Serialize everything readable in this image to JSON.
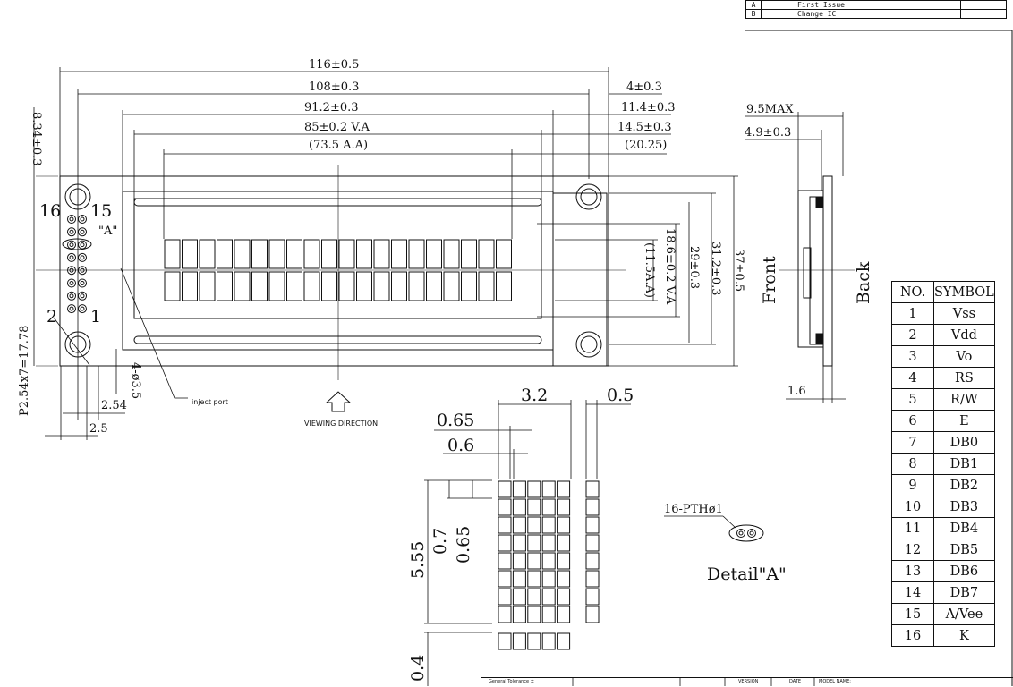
{
  "revisions": [
    {
      "mark": "A",
      "text": "First Issue"
    },
    {
      "mark": "B",
      "text": "Change IC"
    }
  ],
  "dimensions": {
    "overall_width": "116±0.5",
    "pcb_width": "108±0.3",
    "bezel_width": "91.2±0.3",
    "va_width": "85±0.2 V.A",
    "aa_width": "(73.5 A.A)",
    "right_4": "4±0.3",
    "right_11": "11.4±0.3",
    "right_14": "14.5±0.3",
    "right_20": "(20.25)",
    "top_834": "8.34±0.3",
    "pin_pitch": "P2.54x7=17.78",
    "hole_dia": "4-ø3.5",
    "d254": "2.54",
    "d25": "2.5",
    "h186": "18.6±0.2 V.A",
    "h115": "(11.5A.A)",
    "h29": "29±0.3",
    "h312": "31.2±0.3",
    "h37": "37±0.5",
    "side_95": "9.5MAX",
    "side_49": "4.9±0.3",
    "side_16": "1.6",
    "char_32": "3.2",
    "char_05": "0.5",
    "char_065": "0.65",
    "char_06": "0.6",
    "char_555": "5.55",
    "char_07": "0.7",
    "char_065v": "0.65",
    "char_04": "0.4"
  },
  "labels": {
    "pin16": "16",
    "pin15": "15",
    "pin2": "2",
    "pin1": "1",
    "detail_ref": "\"A\"",
    "inject_port": "inject port",
    "viewing_direction": "VIEWING DIRECTION",
    "front": "Front",
    "back": "Back",
    "pth": "16-PTHø1",
    "detail": "Detail\"A\""
  },
  "pin_table": {
    "header_no": "NO.",
    "header_symbol": "SYMBOL",
    "rows": [
      {
        "no": "1",
        "symbol": "Vss"
      },
      {
        "no": "2",
        "symbol": "Vdd"
      },
      {
        "no": "3",
        "symbol": "Vo"
      },
      {
        "no": "4",
        "symbol": "RS"
      },
      {
        "no": "5",
        "symbol": "R/W"
      },
      {
        "no": "6",
        "symbol": "E"
      },
      {
        "no": "7",
        "symbol": "DB0"
      },
      {
        "no": "8",
        "symbol": "DB1"
      },
      {
        "no": "9",
        "symbol": "DB2"
      },
      {
        "no": "10",
        "symbol": "DB3"
      },
      {
        "no": "11",
        "symbol": "DB4"
      },
      {
        "no": "12",
        "symbol": "DB5"
      },
      {
        "no": "13",
        "symbol": "DB6"
      },
      {
        "no": "14",
        "symbol": "DB7"
      },
      {
        "no": "15",
        "symbol": "A/Vee"
      },
      {
        "no": "16",
        "symbol": "K"
      }
    ]
  },
  "title_block": {
    "tolerance": "General Tolerance ±",
    "version": "VERSION",
    "date": "DATE",
    "model": "MODEL NAME:"
  },
  "display": {
    "columns": 20,
    "rows": 2
  },
  "colors": {
    "line": "#111111",
    "background": "#ffffff"
  }
}
